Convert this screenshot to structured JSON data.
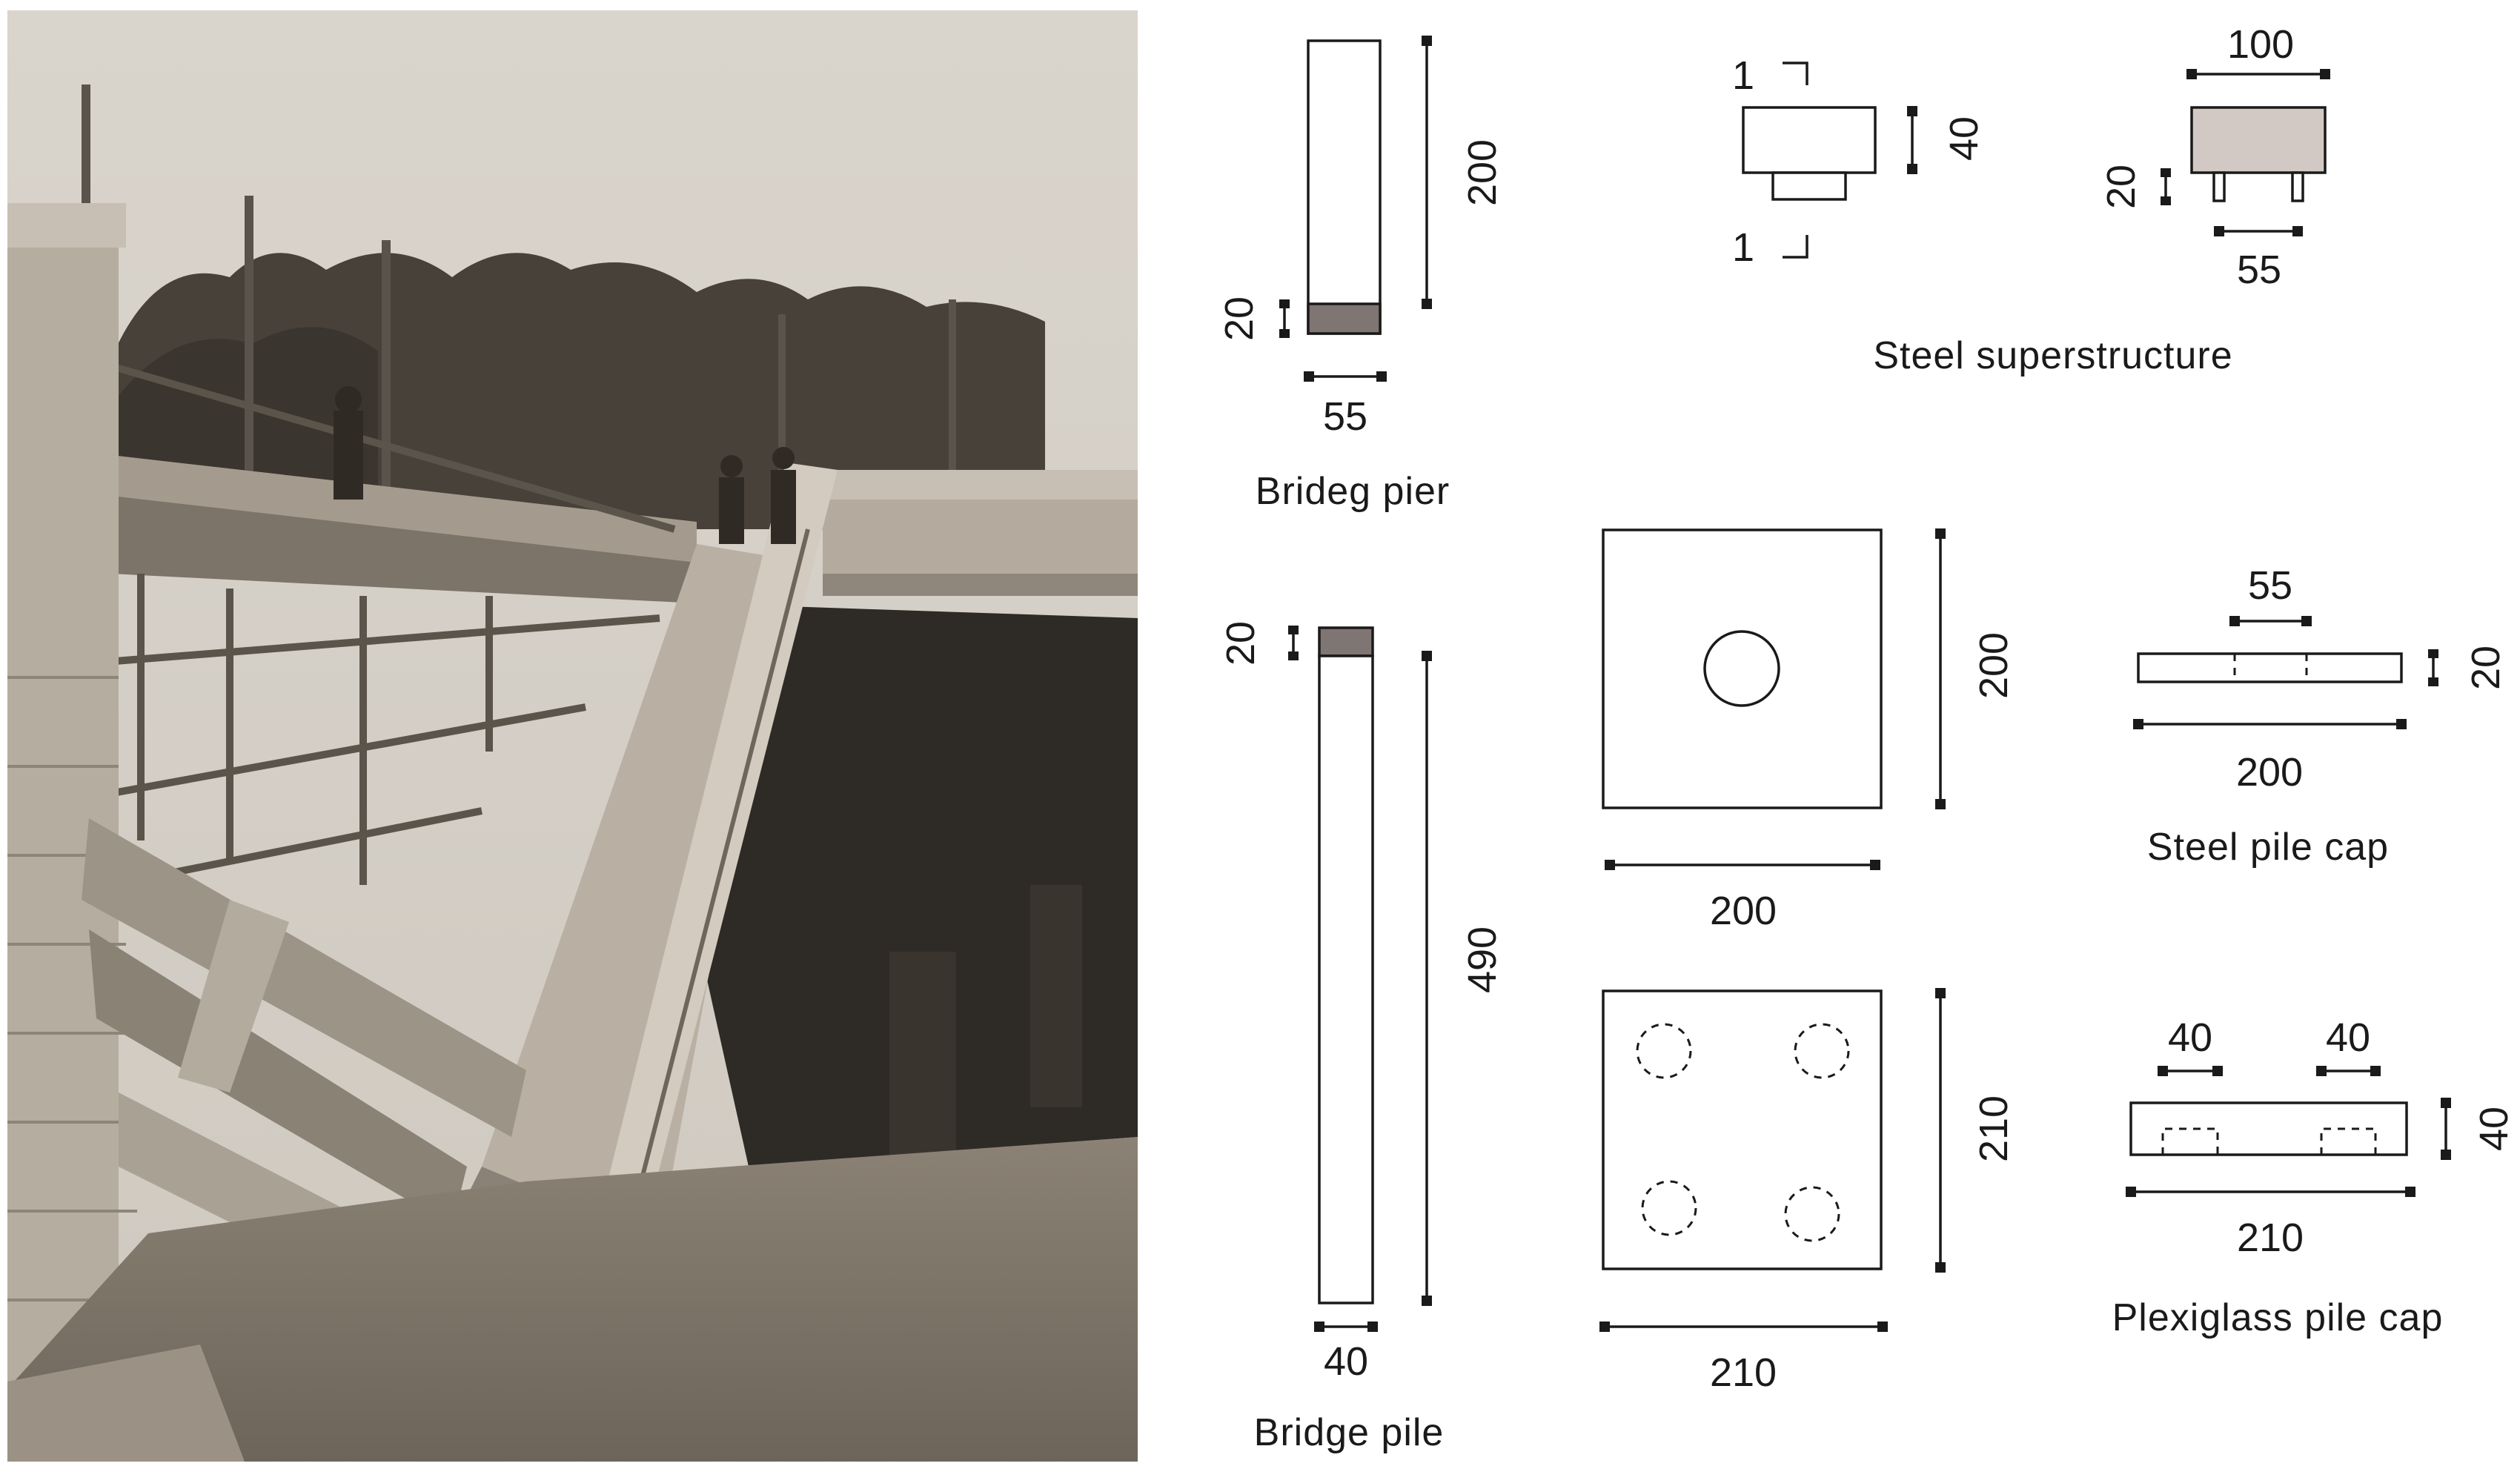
{
  "colors": {
    "ink": "#1a1a1a",
    "pier_base": "#7f7573",
    "superstructure_fill": "#d3c9c4",
    "photo_sky": "#dcd7d0",
    "photo_trees": "#3f3a33"
  },
  "labels": {
    "bridge_pier": "Brideg pier",
    "bridge_pile": "Bridge pile",
    "steel_superstructure": "Steel superstructure",
    "steel_pile_cap": "Steel pile cap",
    "plexiglass_pile_cap": "Plexiglass pile cap"
  },
  "bridge_pier": {
    "height": "200",
    "base_height": "20",
    "width": "55"
  },
  "bridge_pile": {
    "top_height": "20",
    "height": "490",
    "width": "40"
  },
  "steel_superstructure": {
    "section_thickness_top": "1",
    "section_thickness_bottom": "1",
    "section_height": "40",
    "width": "100",
    "leg_height": "20",
    "leg_spacing": "55"
  },
  "plan_steel": {
    "height": "200",
    "width": "200"
  },
  "plan_plexiglass": {
    "height": "210",
    "width": "210"
  },
  "steel_pile_cap": {
    "socket_width": "55",
    "thickness": "20",
    "length": "200"
  },
  "plexiglass_pile_cap": {
    "socket_left": "40",
    "socket_right": "40",
    "thickness": "40",
    "length": "210"
  },
  "icons": {
    "photo": "collapsed-bridge-photo"
  }
}
